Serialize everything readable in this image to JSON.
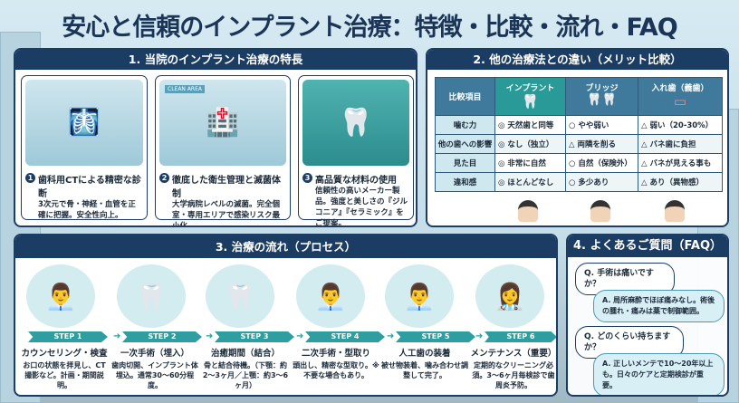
{
  "title": "安心と信頼のインプラント治療：特徴・比較・流れ・FAQ",
  "features": {
    "heading": "1. 当院のインプラント治療の特長",
    "items": [
      {
        "num": "1",
        "title": "歯科用CTによる精密な診断",
        "desc": "3次元で骨・神経・血管を正確に把握。安全性向上。"
      },
      {
        "num": "2",
        "title": "徹底した衛生管理と滅菌体制",
        "desc": "大学病院レベルの滅菌。完全個室・専用エリアで感染リスク最小化。",
        "sign": "CLEAN AREA"
      },
      {
        "num": "3",
        "title": "高品質な材料の使用",
        "desc": "信頼性の高いメーカー製品。強度と美しさの『ジルコニア』『セラミック』をご提案。"
      }
    ]
  },
  "comparison": {
    "heading": "2. 他の治療法との違い（メリット比較）",
    "columns": [
      "比較項目",
      "インプラント",
      "ブリッジ",
      "入れ歯（義歯）"
    ],
    "rows": [
      {
        "item": "噛む力",
        "implant": "◎ 天然歯と同等",
        "bridge": "○ やや弱い",
        "denture": "△ 弱い（20-30%）"
      },
      {
        "item": "他の歯への影響",
        "implant": "◎ なし（独立）",
        "bridge": "△ 両隣を削る",
        "denture": "△ バネ歯に負担"
      },
      {
        "item": "見た目",
        "implant": "◎ 非常に自然",
        "bridge": "○ 自然（保険外）",
        "denture": "△ バネが見える事も"
      },
      {
        "item": "違和感",
        "implant": "◎ ほとんどなし",
        "bridge": "○ 多少あり",
        "denture": "△ あり（異物感）"
      }
    ]
  },
  "process": {
    "heading": "3. 治療の流れ（プロセス）",
    "steps": [
      {
        "label": "STEP 1",
        "title": "カウンセリング・検査",
        "desc": "お口の状態を拝見し、CT撮影など。計画・期間説明。"
      },
      {
        "label": "STEP 2",
        "title": "一次手術（埋入）",
        "desc": "歯肉切開、インプラント体埋込。通常30〜60分程度。"
      },
      {
        "label": "STEP 3",
        "title": "治癒期間（結合）",
        "desc": "骨と結合待機。（下顎：約2〜3ヶ月／上顎：約3〜6ヶ月）"
      },
      {
        "label": "STEP 4",
        "title": "二次手術・型取り",
        "desc": "頭出し、精密な型取り。※不要な場合もあり。"
      },
      {
        "label": "STEP 5",
        "title": "人工歯の装着",
        "desc": "被せ物装着、噛み合わせ調整して完了。"
      },
      {
        "label": "STEP 6",
        "title": "メンテナンス（重要）",
        "desc": "定期的なクリーニング必須。3〜6ヶ月毎検診で歯周炎予防。"
      }
    ]
  },
  "faq": {
    "heading": "4. よくあるご質問（FAQ）",
    "items": [
      {
        "q": "Q. 手術は痛いですか？",
        "a": "A. 局所麻酔でほぼ痛みなし。術後の腫れ・痛みは薬で制御範囲。"
      },
      {
        "q": "Q. どのくらい持ちますか？",
        "a": "A. 正しいメンテで10〜20年以上も。日々のケアと定期検診が重要。"
      }
    ]
  }
}
